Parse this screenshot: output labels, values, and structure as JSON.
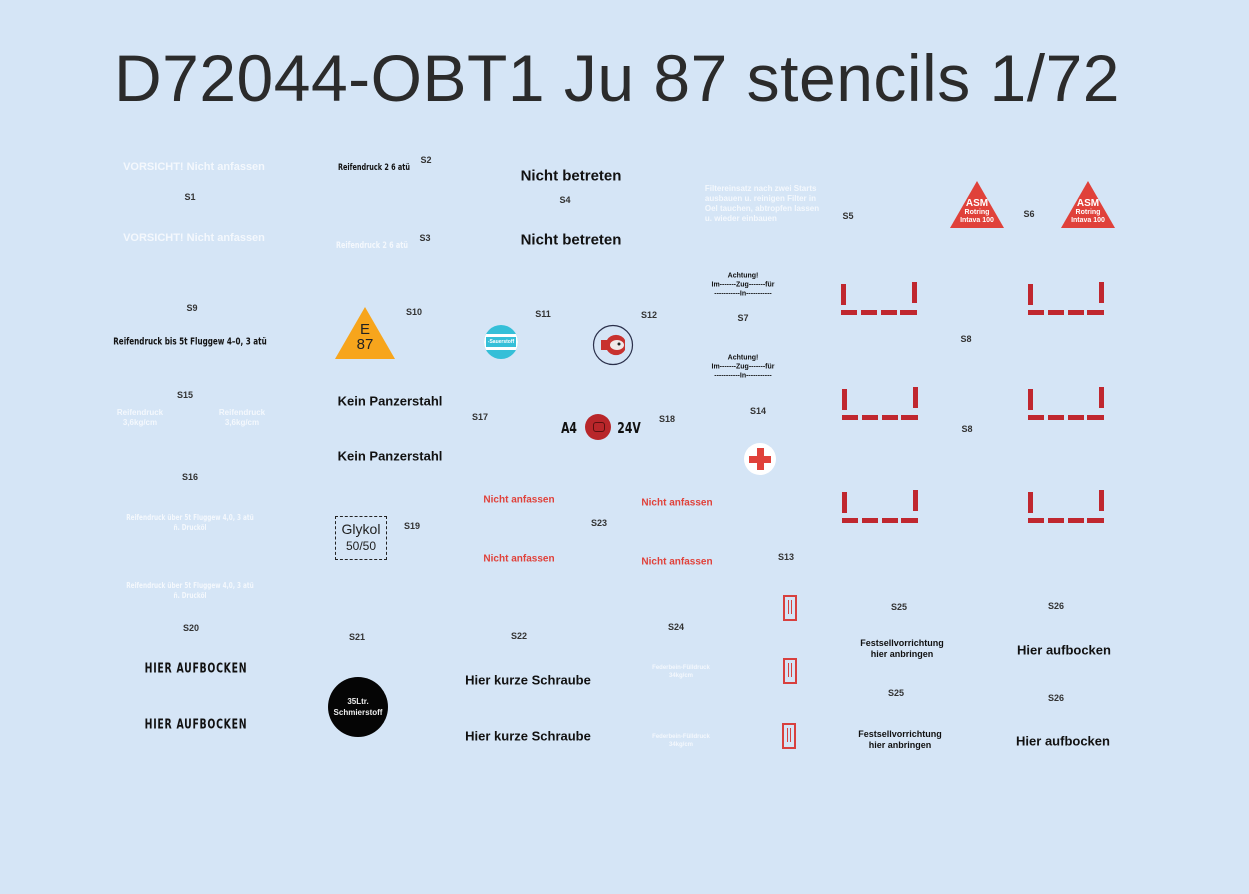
{
  "title": "D72044-OBT1 Ju 87 stencils 1/72",
  "labels": {
    "s1": "S1",
    "s2": "S2",
    "s3": "S3",
    "s4": "S4",
    "s5": "S5",
    "s6": "S6",
    "s7": "S7",
    "s8": "S8",
    "s9": "S9",
    "s10": "S10",
    "s11": "S11",
    "s12": "S12",
    "s13": "S13",
    "s14": "S14",
    "s15": "S15",
    "s16": "S16",
    "s17": "S17",
    "s18": "S18",
    "s19": "S19",
    "s20": "S20",
    "s21": "S21",
    "s22": "S22",
    "s23": "S23",
    "s24": "S24",
    "s25": "S25",
    "s26": "S26"
  },
  "stencils": {
    "vorsicht": "VORSICHT! Nicht anfassen",
    "reifendruck_2_6": "Reifendruck 2 6 atü",
    "nicht_betreten": "Nicht betreten",
    "filter": [
      "Filtereinsatz nach zwei Starts",
      "ausbauen u. reinigen Filter in",
      "Oel tauchen, abtropfen lassen",
      "u. wieder einbauen"
    ],
    "asm": [
      "ASM",
      "Rotring",
      "Intava 100"
    ],
    "achtung": [
      "Achtung!",
      "Im-------Zug-------für",
      "-----------In-----------"
    ],
    "reifendruck_bis_5t": "Reifendruck bis 5t Fluggew 4–0, 3 atü",
    "e87": [
      "E",
      "87"
    ],
    "sauerstoff": "-Sauerstoff",
    "reifendruck_36": [
      "Reifendruck",
      "3,6kg/cm"
    ],
    "kein_panzerstahl": "Kein Panzerstahl",
    "a4": "A4",
    "v24": "24V",
    "reifendruck_ueber_5t": [
      "Reifendruck über 5t Fluggew 4,0, 3 atü",
      "ñ. Drucköl"
    ],
    "glykol": [
      "Glykol",
      "50/50"
    ],
    "nicht_anfassen": "Nicht anfassen",
    "hier_aufbocken_caps": "HIER AUFBOCKEN",
    "schmierstoff": [
      "35Ltr.",
      "Schmierstoff"
    ],
    "hier_kurze_schraube": "Hier kurze Schraube",
    "federbein": [
      "Federbein-Fülldruck",
      "34kg/cm"
    ],
    "festsell": [
      "Festsellvorrichtung",
      "hier anbringen"
    ],
    "hier_aufbocken": "Hier aufbocken"
  },
  "colors": {
    "background": "#d5e5f6",
    "stencil_red": "#c0272f",
    "warning_red": "#e0413a",
    "orange": "#f7a51c",
    "cyan": "#35bfd8"
  }
}
